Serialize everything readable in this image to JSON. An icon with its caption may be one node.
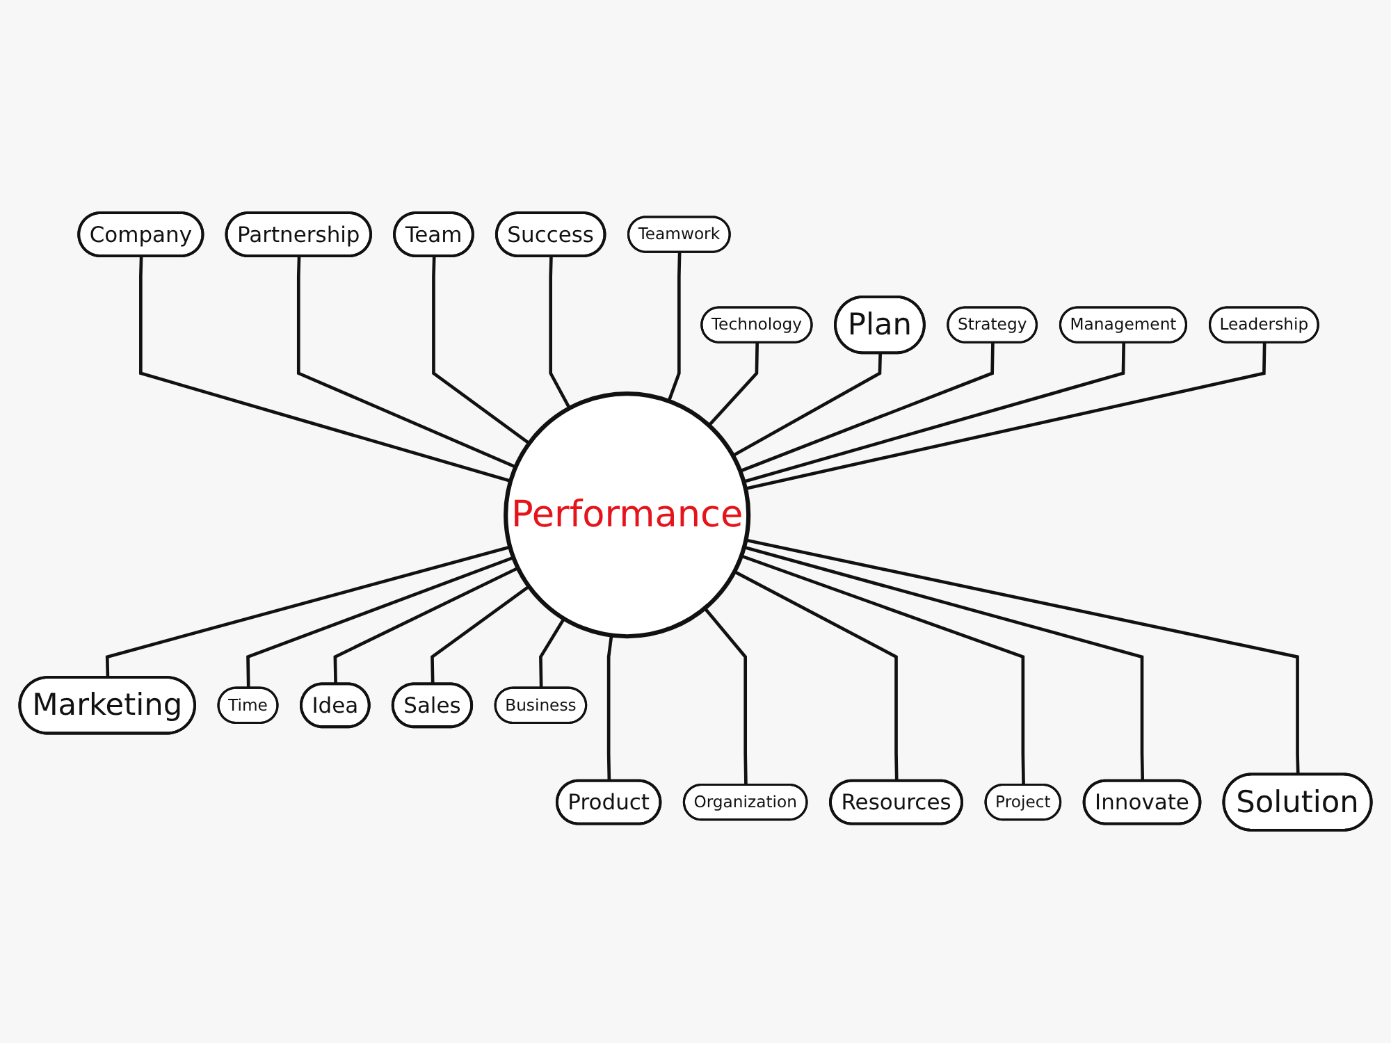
{
  "diagram": {
    "nodes": [
      {
        "text": [
          "Performance"
        ]
      },
      {
        "text": [
          "Company"
        ]
      },
      {
        "text": [
          "Partnership"
        ]
      },
      {
        "text": [
          "Team"
        ]
      },
      {
        "text": [
          "Success"
        ]
      },
      {
        "text": [
          "Teamwork"
        ]
      },
      {
        "text": [
          "Technology"
        ]
      },
      {
        "text": [
          "Plan"
        ]
      },
      {
        "text": [
          "Strategy"
        ]
      },
      {
        "text": [
          "Management"
        ]
      },
      {
        "text": [
          "Leadership"
        ]
      },
      {
        "text": [
          "Sales"
        ]
      },
      {
        "text": [
          "Marketing"
        ]
      },
      {
        "text": [
          "Idea"
        ]
      },
      {
        "text": [
          "Time"
        ]
      },
      {
        "text": [
          "Business"
        ]
      },
      {
        "text": [
          "Product"
        ]
      },
      {
        "text": [
          "Organization"
        ]
      },
      {
        "text": [
          "Resources"
        ]
      },
      {
        "text": [
          "Project"
        ]
      },
      {
        "text": [
          "Innovate"
        ]
      },
      {
        "text": [
          "Solution"
        ]
      }
    ],
    "edges": [
      {
        "from": 1,
        "to": 0,
        "arrow": "none"
      },
      {
        "from": 2,
        "to": 0,
        "arrow": "none"
      },
      {
        "from": 3,
        "to": 0,
        "arrow": "none"
      },
      {
        "from": 4,
        "to": 0,
        "arrow": "none"
      },
      {
        "from": 5,
        "to": 0,
        "arrow": "none"
      },
      {
        "from": 6,
        "to": 0,
        "arrow": "none"
      },
      {
        "from": 7,
        "to": 0,
        "arrow": "none"
      },
      {
        "from": 8,
        "to": 0,
        "arrow": "none"
      },
      {
        "from": 9,
        "to": 0,
        "arrow": "none"
      },
      {
        "from": 10,
        "to": 0,
        "arrow": "none"
      },
      {
        "from": 0,
        "to": 11,
        "arrow": "none"
      },
      {
        "from": 0,
        "to": 12,
        "arrow": "none"
      },
      {
        "from": 0,
        "to": 13,
        "arrow": "none"
      },
      {
        "from": 0,
        "to": 14,
        "arrow": "none"
      },
      {
        "from": 0,
        "to": 15,
        "arrow": "none"
      },
      {
        "from": 0,
        "to": 16,
        "arrow": "none"
      },
      {
        "from": 0,
        "to": 17,
        "arrow": "none"
      },
      {
        "from": 0,
        "to": 18,
        "arrow": "none"
      },
      {
        "from": 0,
        "to": 19,
        "arrow": "none"
      },
      {
        "from": 0,
        "to": 20,
        "arrow": "none"
      },
      {
        "from": 0,
        "to": 21,
        "arrow": "none"
      }
    ]
  }
}
